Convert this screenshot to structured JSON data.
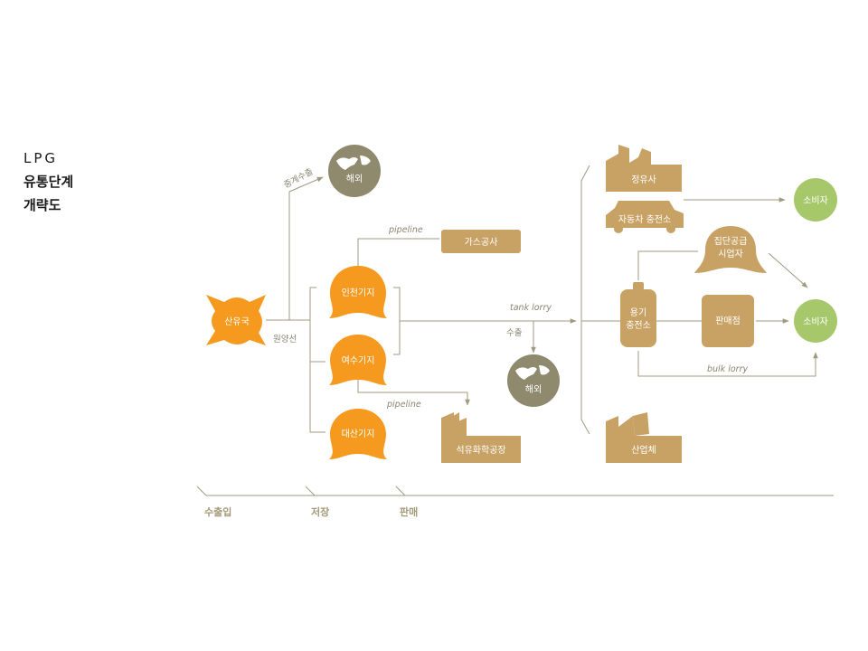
{
  "title": {
    "line1": "LPG",
    "line2": "유통단계",
    "line3": "개략도"
  },
  "colors": {
    "orange": "#f59a1f",
    "tan": "#c8a265",
    "green": "#a6c86a",
    "globe": "#8f8a6e",
    "line": "#a09a80"
  },
  "nodes": {
    "origin": "산유국",
    "overseas1": "해외",
    "overseas2": "해외",
    "incheon": "인천기지",
    "yeosu": "여수기지",
    "daesan": "대산기지",
    "gas_corp": "가스공사",
    "petrochem": "석유화학공장",
    "refinery": "정유사",
    "auto_station": "자동차 충전소",
    "group_supplier": "집단공급 시업자",
    "cylinder_station": "용기 충전소",
    "dealer": "판매점",
    "industry": "산업체",
    "consumer1": "소비자",
    "consumer2": "소비자"
  },
  "edge_labels": {
    "transit_export": "중계수출",
    "ocean_vessel": "원양선",
    "pipeline1": "pipeline",
    "pipeline2": "pipeline",
    "tank_lorry": "tank lorry",
    "export": "수출",
    "bulk_lorry": "bulk lorry"
  },
  "stages": [
    "수출입",
    "저장",
    "판매"
  ]
}
